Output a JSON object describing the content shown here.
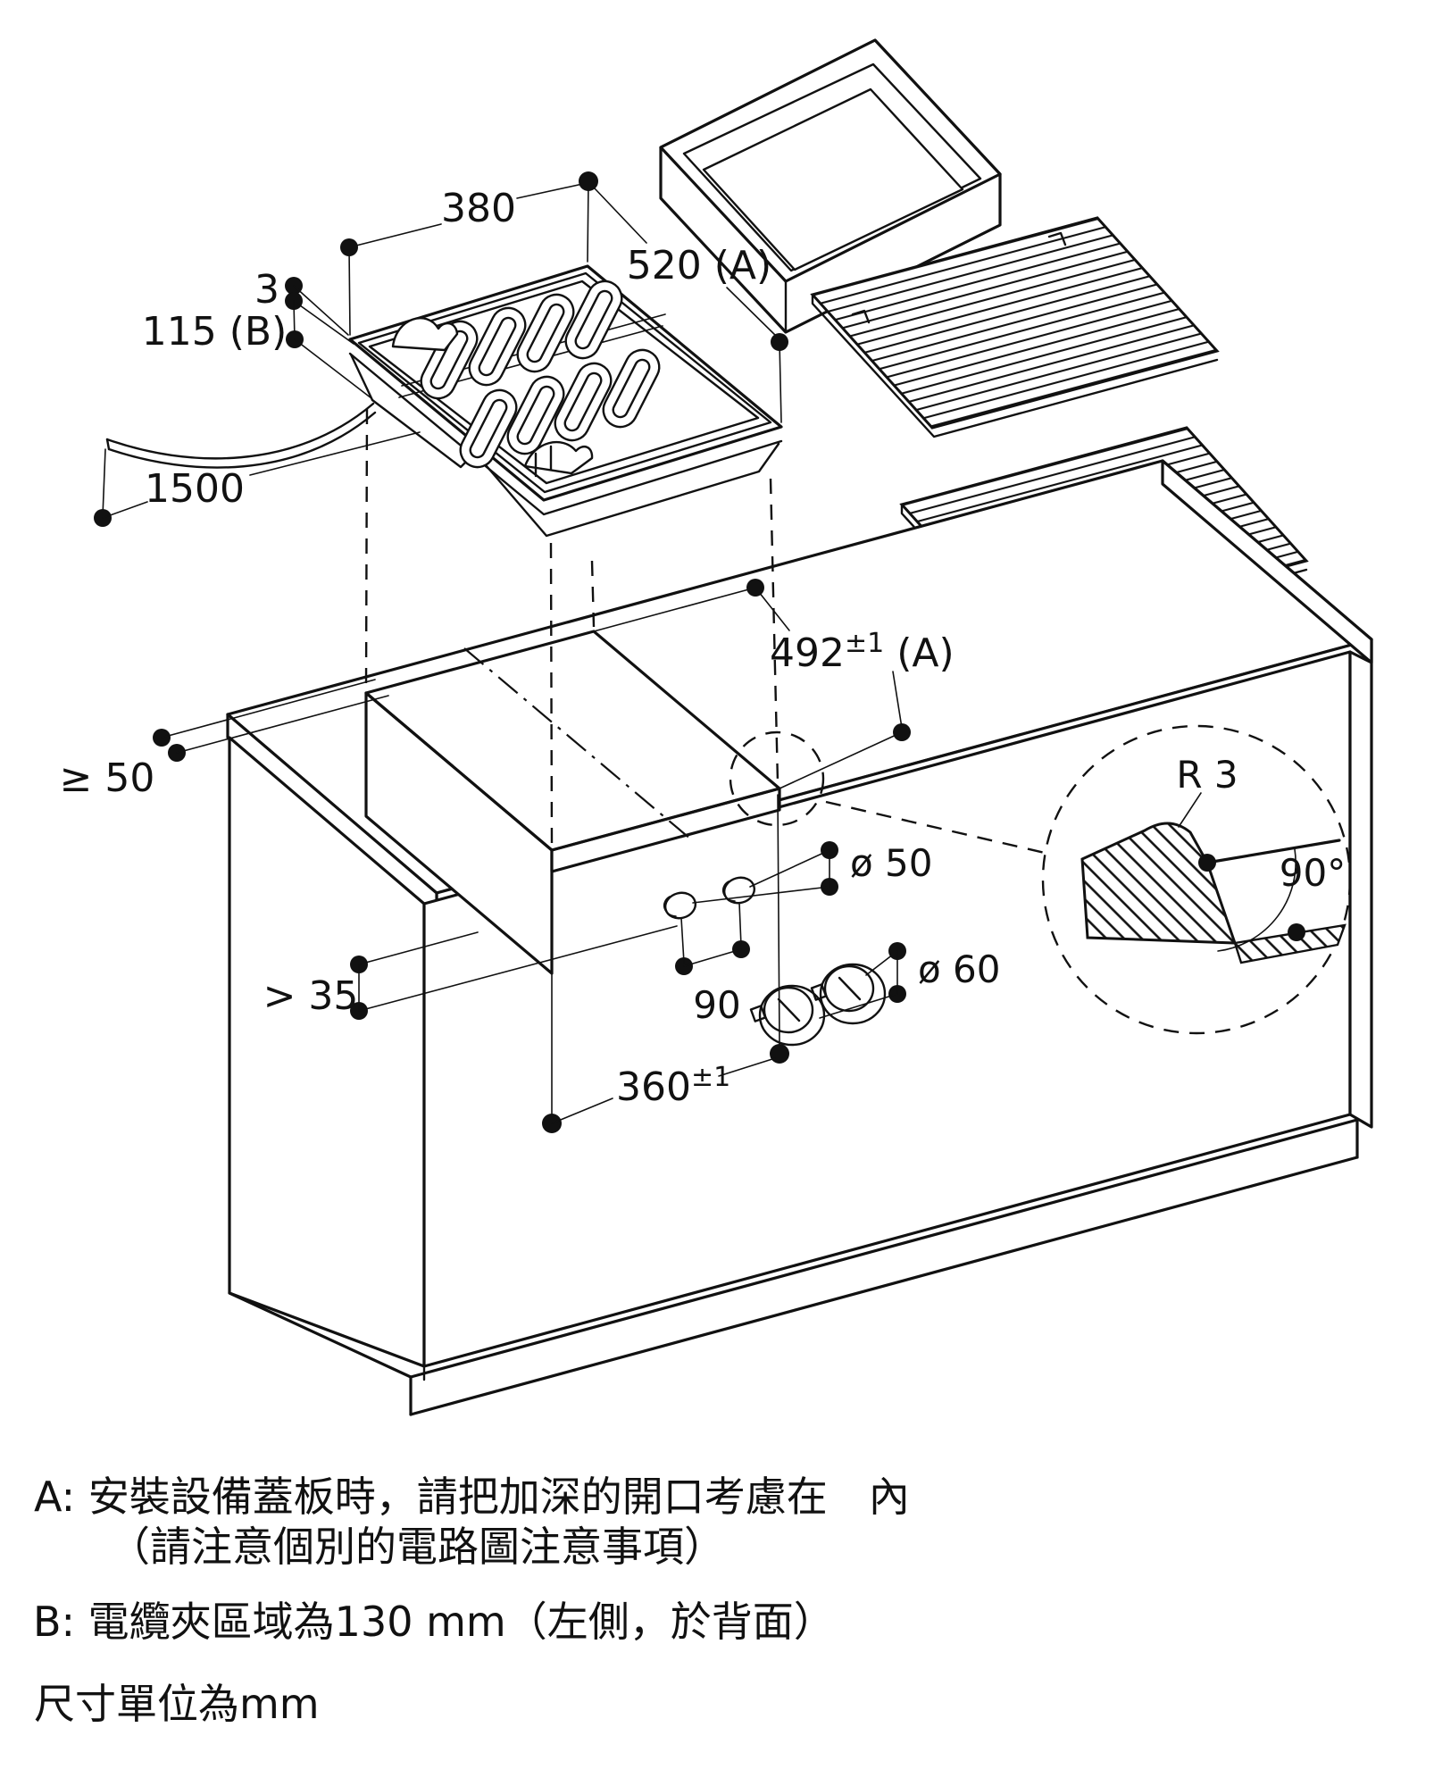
{
  "drawing": {
    "dims": {
      "width": "380",
      "depth": "520 (A)",
      "flange": "3",
      "body_depth": "115 (B)",
      "cable_length": "1500",
      "cutout_depth": {
        "base": "492",
        "sup": "±1",
        "suffix": " (A)"
      },
      "cutout_width": {
        "base": "360",
        "sup": "±1"
      },
      "edge_clearance": "≥ 50",
      "front_clearance": "> 35",
      "hole_small": "ø 50",
      "hole_spacing": "90",
      "hole_large": "ø 60",
      "corner_radius": "R 3",
      "corner_angle": "90°"
    },
    "notes": {
      "a_line1": "A: 安裝設備蓋板時，請把加深的開口考慮在　內",
      "a_line2": "（請注意個別的電路圖注意事項）",
      "b_line": "B: 電纜夾區域為130 mm（左側，於背面）",
      "units_line": "尺寸單位為mm"
    }
  }
}
